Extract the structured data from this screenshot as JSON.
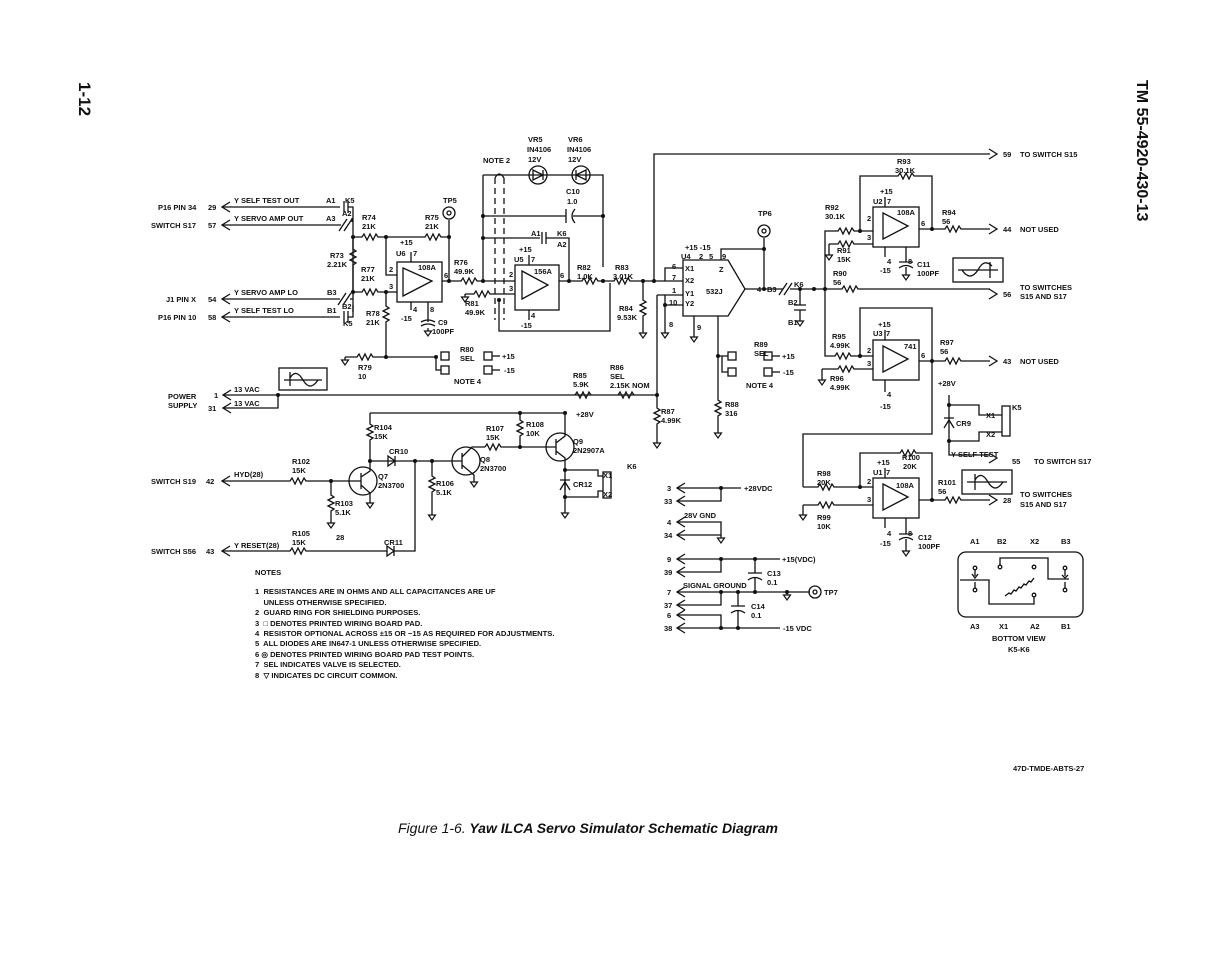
{
  "page": {
    "page_number": "1-12",
    "doc_id": "TM 55-4920-430-13",
    "figure_label": "Figure 1-6.",
    "figure_title": "Yaw ILCA Servo Simulator Schematic Diagram",
    "drawing_ref": "47D-TMDE-ABTS-27"
  },
  "connectors_left": [
    {
      "dest": "P16 PIN 34",
      "pin": "29",
      "signal": "Y SELF TEST OUT",
      "contact": "A1"
    },
    {
      "dest": "SWITCH S17",
      "pin": "57",
      "signal": "Y SERVO AMP OUT",
      "contact": "A3"
    },
    {
      "dest": "J1 PIN X",
      "pin": "54",
      "signal": "Y SERVO AMP LO",
      "contact": "B3"
    },
    {
      "dest": "P16 PIN 10",
      "pin": "58",
      "signal": "Y SELF TEST LO",
      "contact": "B1"
    }
  ],
  "relay_labels": {
    "k5": "K5",
    "k6": "K6",
    "a2": "A2",
    "b2": "B2",
    "a1": "A1",
    "b3": "B3",
    "b1": "B1",
    "x1": "X1",
    "x2": "X2"
  },
  "power": {
    "label_line1": "POWER",
    "label_line2": "SUPPLY",
    "pin1": "1",
    "pin2": "31",
    "vac1": "13 VAC",
    "vac2": "13 VAC"
  },
  "switch_inputs": [
    {
      "dest": "SWITCH S19",
      "pin": "42",
      "signal": "HYD(28)"
    },
    {
      "dest": "SWITCH S56",
      "pin": "43",
      "signal": "Y RESET(28)"
    }
  ],
  "resistors": {
    "R73": [
      "R73",
      "2.21K"
    ],
    "R74": [
      "R74",
      "21K"
    ],
    "R75": [
      "R75",
      "21K"
    ],
    "R76": [
      "R76",
      "49.9K"
    ],
    "R77": [
      "R77",
      "21K"
    ],
    "R78": [
      "R78",
      "21K"
    ],
    "R79": [
      "R79",
      "10"
    ],
    "R80": [
      "R80",
      "SEL"
    ],
    "R81": [
      "R81",
      "49.9K"
    ],
    "R82": [
      "R82",
      "1.0K"
    ],
    "R83": [
      "R83",
      "3.01K"
    ],
    "R84": [
      "R84",
      "9.53K"
    ],
    "R85": [
      "R85",
      "5.9K"
    ],
    "R86": [
      "R86",
      "SEL",
      "2.15K NOM"
    ],
    "R87": [
      "R87",
      "4.99K"
    ],
    "R88": [
      "R88",
      "316"
    ],
    "R89": [
      "R89",
      "SEL"
    ],
    "R90": [
      "R90",
      "56"
    ],
    "R91": [
      "R91",
      "15K"
    ],
    "R92": [
      "R92",
      "30.1K"
    ],
    "R93": [
      "R93",
      "30.1K"
    ],
    "R94": [
      "R94",
      "56"
    ],
    "R95": [
      "R95",
      "4.99K"
    ],
    "R96": [
      "R96",
      "4.99K"
    ],
    "R97": [
      "R97",
      "56"
    ],
    "R98": [
      "R98",
      "20K"
    ],
    "R99": [
      "R99",
      "10K"
    ],
    "R100": [
      "R100",
      "20K"
    ],
    "R101": [
      "R101",
      "56"
    ],
    "R102": [
      "R102",
      "15K"
    ],
    "R103": [
      "R103",
      "5.1K"
    ],
    "R104": [
      "R104",
      "15K"
    ],
    "R105": [
      "R105",
      "15K"
    ],
    "R106": [
      "R106",
      "5.1K"
    ],
    "R107": [
      "R107",
      "15K"
    ],
    "R108": [
      "R108",
      "10K"
    ]
  },
  "capacitors": {
    "C9": [
      "C9",
      "100PF"
    ],
    "C10": [
      "C10",
      "1.0"
    ],
    "C11": [
      "C11",
      "100PF"
    ],
    "C12": [
      "C12",
      "100PF"
    ],
    "C13": [
      "C13",
      "0.1"
    ],
    "C14": [
      "C14",
      "0.1"
    ]
  },
  "diodes": {
    "VR5": [
      "VR5",
      "IN4106",
      "12V"
    ],
    "VR6": [
      "VR6",
      "IN4106",
      "12V"
    ],
    "CR9": "CR9",
    "CR10": "CR10",
    "CR11": "CR11",
    "CR12": "CR12"
  },
  "transistors": {
    "Q7": [
      "Q7",
      "2N3700"
    ],
    "Q8": [
      "Q8",
      "2N3700"
    ],
    "Q9": [
      "Q9",
      "2N2907A"
    ]
  },
  "ics": {
    "U6": {
      "ref": "U6",
      "type": "108A",
      "vplus": "+15",
      "vminus": "-15",
      "pins": [
        "2",
        "3",
        "6",
        "7",
        "4",
        "8"
      ]
    },
    "U5": {
      "ref": "U5",
      "type": "156A",
      "vplus": "+15",
      "vminus": "-15",
      "pins": [
        "2",
        "3",
        "6",
        "7",
        "4"
      ]
    },
    "U4": {
      "ref": "U4",
      "type": "532J",
      "supply": "+15 -15",
      "pins": [
        "2",
        "5",
        "9",
        "6",
        "7",
        "1",
        "10",
        "8",
        "9",
        "4"
      ],
      "inputs": [
        "X1",
        "X2",
        "Y1",
        "Y2"
      ],
      "output": "Z"
    },
    "U2": {
      "ref": "U2",
      "type": "108A",
      "vplus": "+15",
      "vminus": "-15",
      "pins": [
        "2",
        "3",
        "6",
        "7",
        "4",
        "8"
      ]
    },
    "U3": {
      "ref": "U3",
      "type": "741",
      "vplus": "+15",
      "vminus": "-15",
      "pins": [
        "2",
        "3",
        "6",
        "7",
        "4"
      ]
    },
    "U1": {
      "ref": "U1",
      "type": "108A",
      "vplus": "+15",
      "vminus": "-15",
      "pins": [
        "2",
        "3",
        "6",
        "7",
        "4",
        "8"
      ]
    }
  },
  "test_points": {
    "TP5": "TP5",
    "TP6": "TP6",
    "TP7": "TP7"
  },
  "misc_labels": {
    "note2": "NOTE 2",
    "note4": "NOTE 4",
    "sel": "SEL",
    "plus15": "+15",
    "minus15": "-15",
    "plus28v": "+28V",
    "ground28": "28",
    "y_self_test": "Y SELF TEST"
  },
  "outputs_right": [
    {
      "pin": "59",
      "dest": "TO SWITCH S15"
    },
    {
      "pin": "44",
      "dest": "NOT USED"
    },
    {
      "pin": "56",
      "dest": "TO SWITCHES",
      "dest2": "S15 AND S17"
    },
    {
      "pin": "43",
      "dest": "NOT USED"
    },
    {
      "pin": "55",
      "dest": "TO SWITCH S17"
    },
    {
      "pin": "28",
      "dest": "TO SWITCHES",
      "dest2": "S15 AND S17"
    }
  ],
  "power_connector": {
    "pins": [
      "3",
      "33",
      "4",
      "34",
      "9",
      "39",
      "7",
      "37",
      "6",
      "38"
    ],
    "plus28vdc": "+28VDC",
    "gnd28": "28V GND",
    "plus15vdc": "+15(VDC)",
    "signal_ground": "SIGNAL GROUND",
    "minus15vdc": "-15 VDC"
  },
  "relay_view": {
    "top_labels": [
      "A1",
      "B2",
      "X2",
      "B3"
    ],
    "bottom_labels": [
      "A3",
      "X1",
      "A2",
      "B1"
    ],
    "caption1": "BOTTOM VIEW",
    "caption2": "K5-K6"
  },
  "notes": {
    "heading": "NOTES",
    "items": [
      "1  RESISTANCES ARE IN OHMS AND ALL CAPACITANCES ARE UF",
      "    UNLESS OTHERWISE SPECIFIED.",
      "2  GUARD RING FOR SHIELDING PURPOSES.",
      "3  □ DENOTES PRINTED WIRING BOARD PAD.",
      "4  RESISTOR OPTIONAL ACROSS ±15 OR −15 AS REQUIRED FOR ADJUSTMENTS.",
      "5  ALL DIODES ARE IN647-1 UNLESS OTHERWISE SPECIFIED.",
      "6 ◎ DENOTES PRINTED WIRING BOARD PAD TEST POINTS.",
      "7  SEL INDICATES VALVE IS SELECTED.",
      "8  ▽ INDICATES DC CIRCUIT COMMON."
    ]
  }
}
